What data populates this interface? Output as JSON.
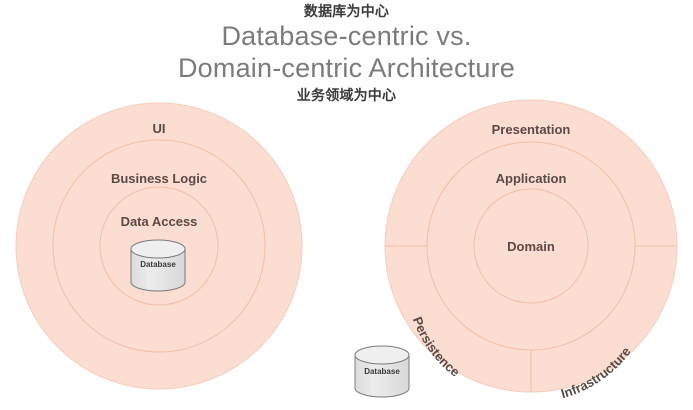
{
  "header": {
    "cn_top": "数据库为中心",
    "title_line1": "Database-centric vs.",
    "title_line2": "Domain-centric Architecture",
    "cn_bottom": "业务领域为中心"
  },
  "colors": {
    "ring_fill": "#fbddd1",
    "ring_stroke": "#f3c3ae",
    "title_text": "#7b7b7b",
    "annotation_text": "#3b3b3b",
    "ring_label_text": "#5a4a46",
    "cylinder_fill": "#e6e6e6",
    "cylinder_top_fill": "#eeeeee",
    "cylinder_stroke": "#7a7a7a",
    "background": "#ffffff"
  },
  "diagrams": {
    "left": {
      "name": "database-centric",
      "rings": [
        {
          "label": "UI",
          "level": 1
        },
        {
          "label": "Business Logic",
          "level": 2
        },
        {
          "label": "Data Access",
          "level": 3
        }
      ],
      "center_node": {
        "label": "Database",
        "shape": "cylinder"
      }
    },
    "right": {
      "name": "domain-centric",
      "rings": [
        {
          "label": "Presentation",
          "level": 1
        },
        {
          "label": "Application",
          "level": 2
        },
        {
          "label": "Domain",
          "level": 3
        }
      ],
      "sectors": [
        {
          "label": "Persistence",
          "position": "bottom-left"
        },
        {
          "label": "Infrastructure",
          "position": "bottom-right"
        }
      ],
      "external_node": {
        "label": "Database",
        "shape": "cylinder"
      }
    }
  }
}
